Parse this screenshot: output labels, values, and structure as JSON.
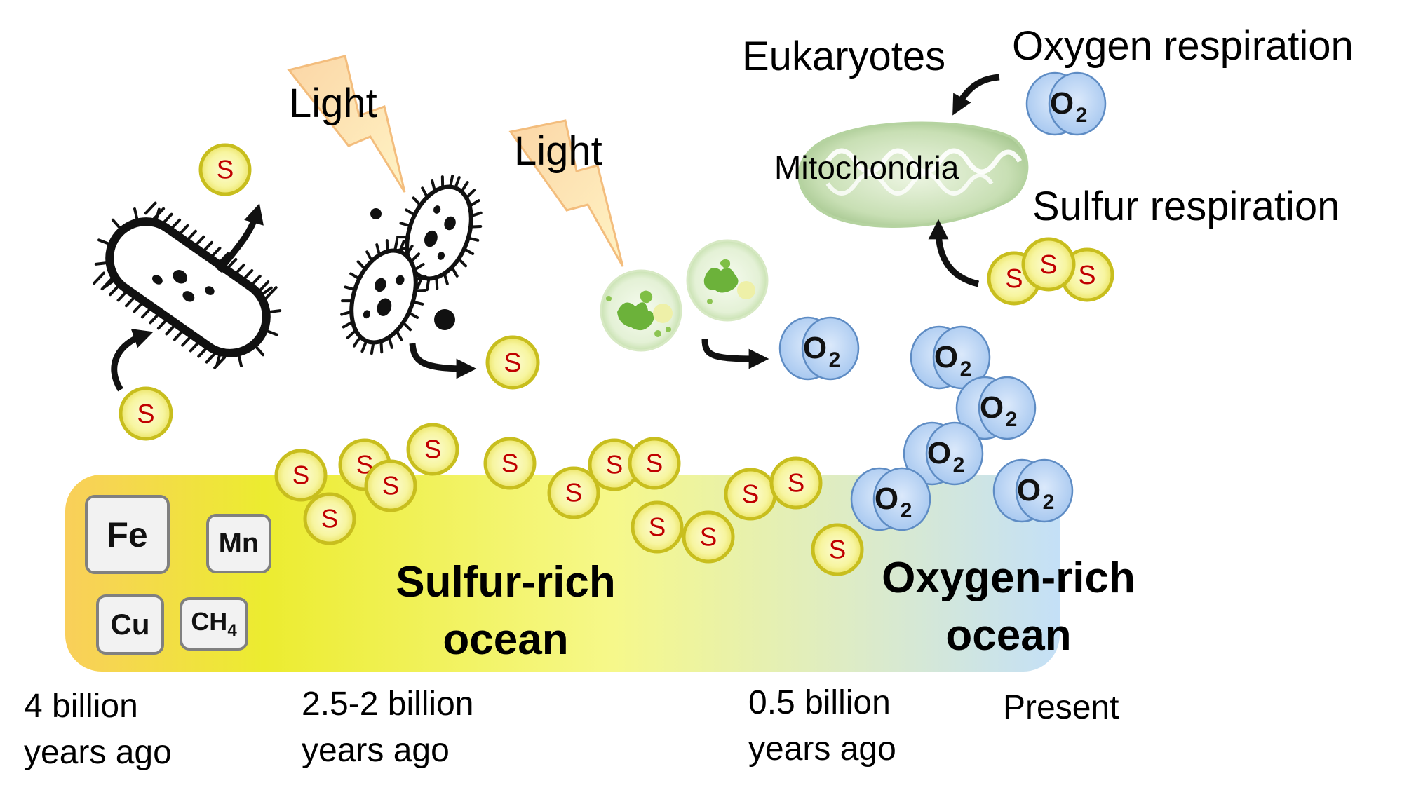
{
  "labels": {
    "light_1": "Light",
    "light_2": "Light",
    "eukaryotes": "Eukaryotes",
    "oxygen_respiration": "Oxygen respiration",
    "sulfur_respiration": "Sulfur respiration",
    "mitochondria": "Mitochondria",
    "sulfur_ocean": "Sulfur-rich\nocean",
    "oxygen_ocean": "Oxygen-rich\nocean"
  },
  "timeline": [
    "4 billion\nyears ago",
    "2.5-2 billion\nyears ago",
    "0.5 billion\nyears ago",
    "Present"
  ],
  "elements": {
    "fe": "Fe",
    "mn": "Mn",
    "cu": "Cu",
    "ch4": "CH",
    "ch4_sub": "4"
  },
  "symbols": {
    "sulfur": "S",
    "oxygen": "O",
    "oxygen_sub": "2"
  },
  "colors": {
    "sulfur_fill": "#f7f5a0",
    "sulfur_ring": "#c8be1e",
    "sulfur_text": "#c00000",
    "oxygen_fill": "#bcd6f5",
    "oxygen_ring": "#5e8cc4",
    "ocean_left": "#f9cf5a",
    "ocean_mid": "#ecec30",
    "ocean_right": "#c4e0f7"
  }
}
